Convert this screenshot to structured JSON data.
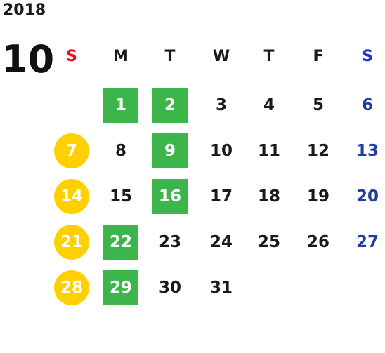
{
  "calendar": {
    "year": "2018",
    "month": "10",
    "weekdays": [
      "S",
      "M",
      "T",
      "W",
      "T",
      "F",
      "S"
    ],
    "colors": {
      "sunday_header": "#e8101a",
      "saturday_header": "#1f2fd0",
      "saturday_dates": "#1f3f9a",
      "sunday_marker": "#ffd000",
      "highlight_marker": "#3cb54a"
    },
    "weeks": [
      [
        null,
        "1",
        "2",
        "3",
        "4",
        "5",
        "6"
      ],
      [
        "7",
        "8",
        "9",
        "10",
        "11",
        "12",
        "13"
      ],
      [
        "14",
        "15",
        "16",
        "17",
        "18",
        "19",
        "20"
      ],
      [
        "21",
        "22",
        "23",
        "24",
        "25",
        "26",
        "27"
      ],
      [
        "28",
        "29",
        "30",
        "31",
        null,
        null,
        null
      ]
    ],
    "highlighted_dates": [
      "1",
      "2",
      "9",
      "16",
      "22",
      "29"
    ]
  }
}
